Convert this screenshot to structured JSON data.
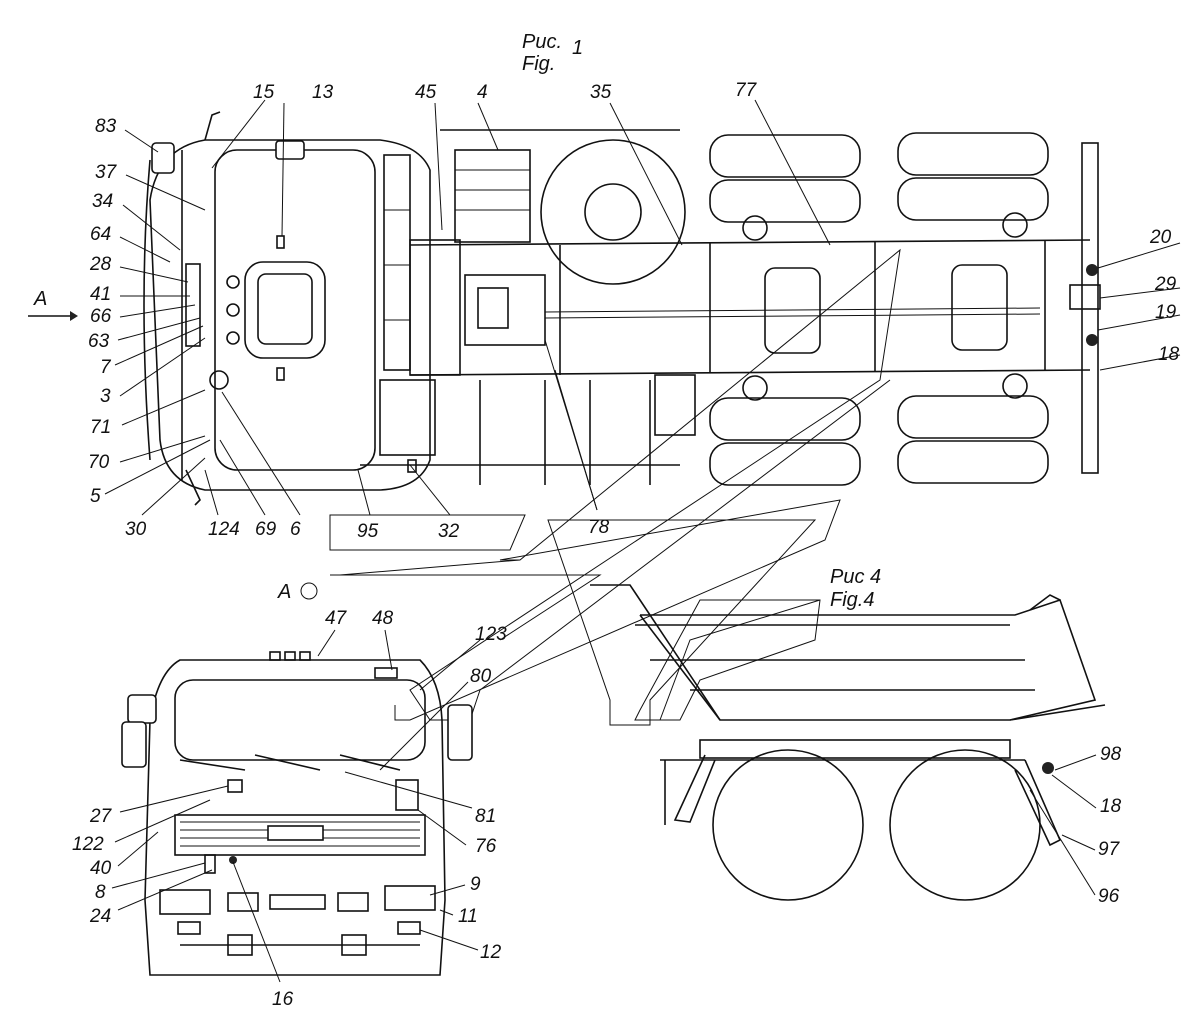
{
  "figures": {
    "fig1": {
      "ru": "Рис.",
      "num": "1",
      "en": "Fig."
    },
    "fig4": {
      "ru": "Рис 4",
      "en": "Fig.4"
    },
    "view_a": "A",
    "arrow_a": "A"
  },
  "callouts": {
    "c83": "83",
    "c15": "15",
    "c13": "13",
    "c45": "45",
    "c4": "4",
    "c35": "35",
    "c77": "77",
    "c37": "37",
    "c34": "34",
    "c64": "64",
    "c28": "28",
    "c41": "41",
    "c66": "66",
    "c63": "63",
    "c7": "7",
    "c3": "3",
    "c71": "71",
    "c70": "70",
    "c5": "5",
    "c30": "30",
    "c124": "124",
    "c69": "69",
    "c6": "6",
    "c95": "95",
    "c32": "32",
    "c78": "78",
    "c20": "20",
    "c29": "29",
    "c19": "19",
    "c18a": "18",
    "c47": "47",
    "c48": "48",
    "c123": "123",
    "c80": "80",
    "c27": "27",
    "c81": "81",
    "c122": "122",
    "c76": "76",
    "c40": "40",
    "c8": "8",
    "c24": "24",
    "c9": "9",
    "c11": "11",
    "c12": "12",
    "c16": "16",
    "c98": "98",
    "c18b": "18",
    "c97": "97",
    "c96": "96"
  },
  "colors": {
    "ink": "#111111",
    "paper": "#ffffff"
  }
}
